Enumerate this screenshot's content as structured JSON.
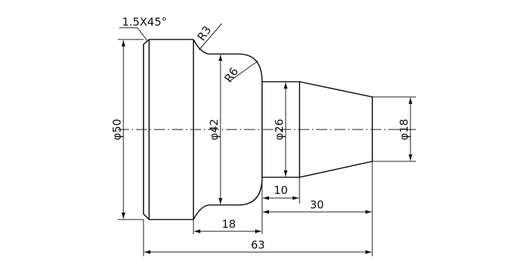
{
  "drawing": {
    "chamfer_note": "1.5X45°",
    "radius_small": "R3",
    "radius_large": "R6",
    "dia_50": "φ50",
    "dia_42": "φ42",
    "dia_26": "φ26",
    "dia_18": "φ18",
    "len_10": "10",
    "len_30": "30",
    "len_18": "18",
    "len_63": "63"
  }
}
